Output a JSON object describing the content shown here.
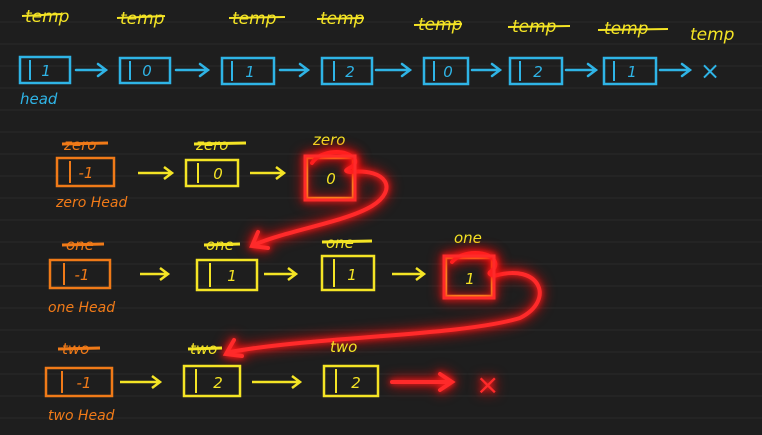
{
  "top_list": {
    "temp_labels": [
      "temp",
      "temp",
      "temp",
      "temp",
      "temp",
      "temp",
      "temp",
      "temp"
    ],
    "nodes": [
      "1",
      "0",
      "1",
      "2",
      "0",
      "2",
      "1"
    ],
    "end_symbol": "×",
    "head_label": "head"
  },
  "zero_section": {
    "labels": [
      "zero",
      "zero",
      "zero"
    ],
    "nodes": [
      "-1",
      "0",
      "0"
    ],
    "head_label": "zero Head"
  },
  "one_section": {
    "labels": [
      "one",
      "one",
      "one",
      "one"
    ],
    "nodes": [
      "-1",
      "1",
      "1",
      "1"
    ],
    "head_label": "one Head"
  },
  "two_section": {
    "labels": [
      "two",
      "two",
      "two"
    ],
    "nodes": [
      "-1",
      "2",
      "2"
    ],
    "end_symbol": "×",
    "head_label": "two Head"
  },
  "colors": {
    "background": "#1e1e1e",
    "ruled_line": "#2b2b2b",
    "blue": "#2fb4e6",
    "yellow": "#f4e425",
    "orange": "#f07a18",
    "red_glow": "#ff2a2a",
    "dummy_orange": "#e56a12"
  }
}
